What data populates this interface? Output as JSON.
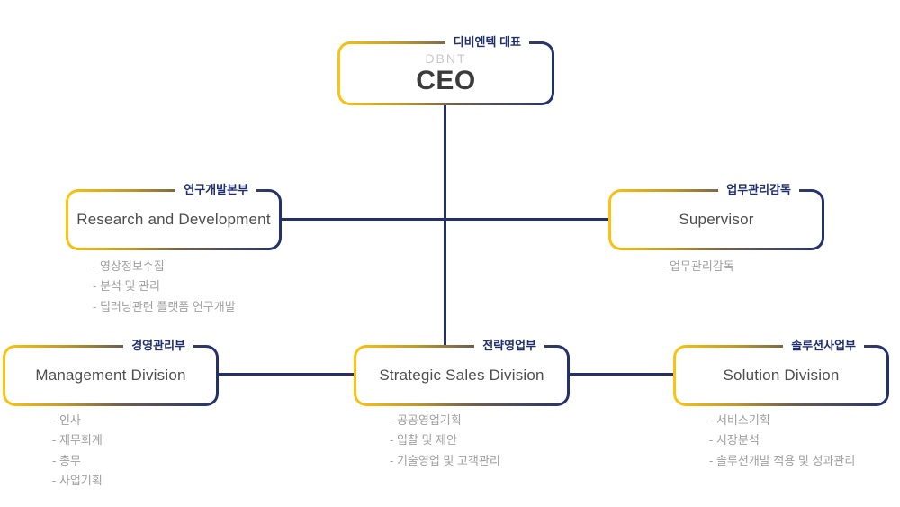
{
  "colors": {
    "accent_yellow": "#fdc40d",
    "accent_navy": "#22306c",
    "tag_navy": "#1f2e6e",
    "title_gray": "#4d4d4d",
    "ceo_gray": "#3b3b3b",
    "dbnt_light_gray": "#c8c8c8",
    "bullet_gray": "#9f9f9f"
  },
  "nodes": {
    "ceo": {
      "tag": "디비엔텍 대표",
      "subtitle": "DBNT",
      "title": "CEO"
    },
    "rnd": {
      "tag": "연구개발본부",
      "title": "Research and Development",
      "bullets": [
        "- 영상정보수집",
        "- 분석 및 관리",
        "- 딥러닝관련 플랫폼 연구개발"
      ]
    },
    "supervisor": {
      "tag": "업무관리감독",
      "title": "Supervisor",
      "bullets": [
        "- 업무관리감독"
      ]
    },
    "management": {
      "tag": "경영관리부",
      "title": "Management Division",
      "bullets": [
        "- 인사",
        "- 재무회계",
        "- 총무",
        "- 사업기획"
      ]
    },
    "strategic": {
      "tag": "전략영업부",
      "title": "Strategic Sales Division",
      "bullets": [
        "- 공공영업기획",
        "- 입찰 및 제안",
        "- 기술영업 및 고객관리"
      ]
    },
    "solution": {
      "tag": "솔루션사업부",
      "title": "Solution Division",
      "bullets": [
        "- 서비스기획",
        "- 시장분석",
        "- 솔루션개발 적용 및 성과관리"
      ]
    }
  }
}
